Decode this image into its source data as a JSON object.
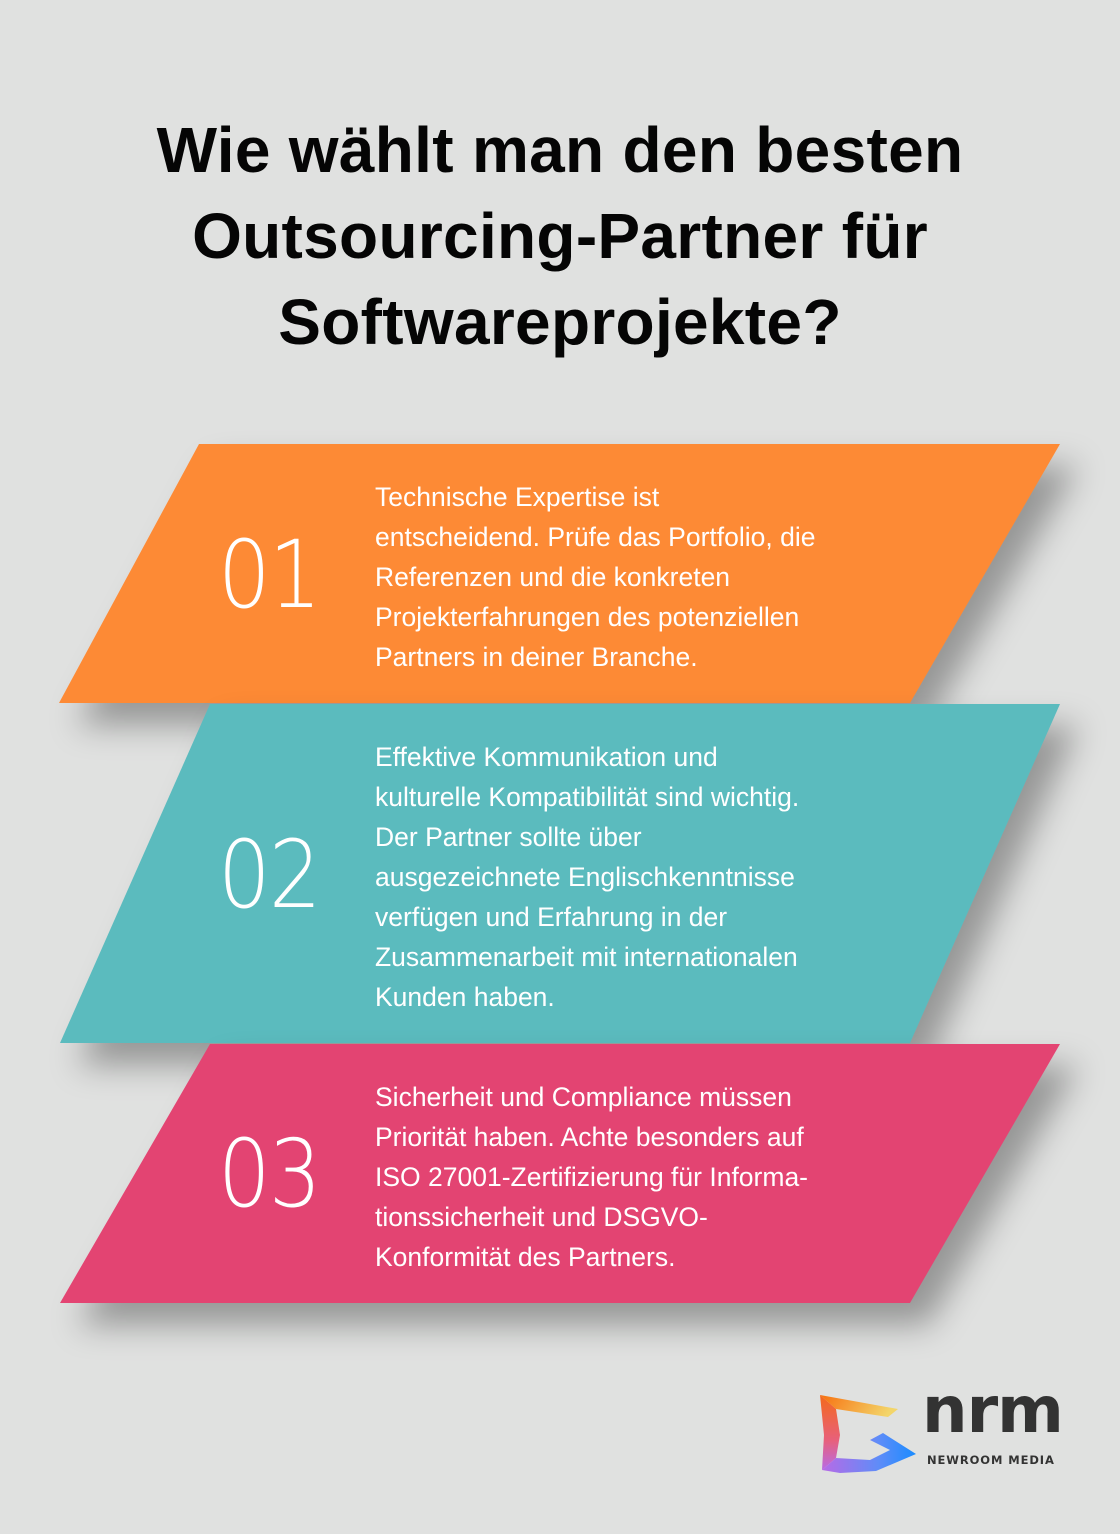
{
  "title": {
    "lines": [
      "Wie wählt man den besten",
      "Outsourcing-Partner für",
      "Softwareprojekte?"
    ]
  },
  "colors": {
    "background": "#e0e1e0",
    "title": "#050505",
    "card_1": "#fd8a35",
    "card_2": "#5bbbbe",
    "card_3": "#e34472",
    "card_text": "#ffffff",
    "logo_text": "#333333"
  },
  "items": [
    {
      "number": "01",
      "lines": [
        "Technische Expertise ist",
        "entscheidend. Prüfe das Portfolio, die",
        "Referenzen und die konkreten",
        "Projekterfahrungen des potenziellen",
        "Partners in deiner Branche."
      ]
    },
    {
      "number": "02",
      "lines": [
        "Effektive Kommunikation und",
        "kulturelle Kompatibilität sind wichtig.",
        "Der Partner sollte über",
        "ausgezeichnete Englischkenntnisse",
        "verfügen und Erfahrung in der",
        "Zusammenarbeit mit internationalen",
        "Kunden haben."
      ]
    },
    {
      "number": "03",
      "lines": [
        "Sicherheit und Compliance müssen",
        "Priorität haben. Achte besonders auf",
        "ISO 27001-Zertifizierung für Informa-",
        "tionssicherheit und DSGVO-",
        "Konformität des Partners."
      ]
    }
  ],
  "logo": {
    "icon": "nrm-logo-mark-icon",
    "wordmark": "nrm",
    "tagline": "NEWROOM MEDIA"
  }
}
